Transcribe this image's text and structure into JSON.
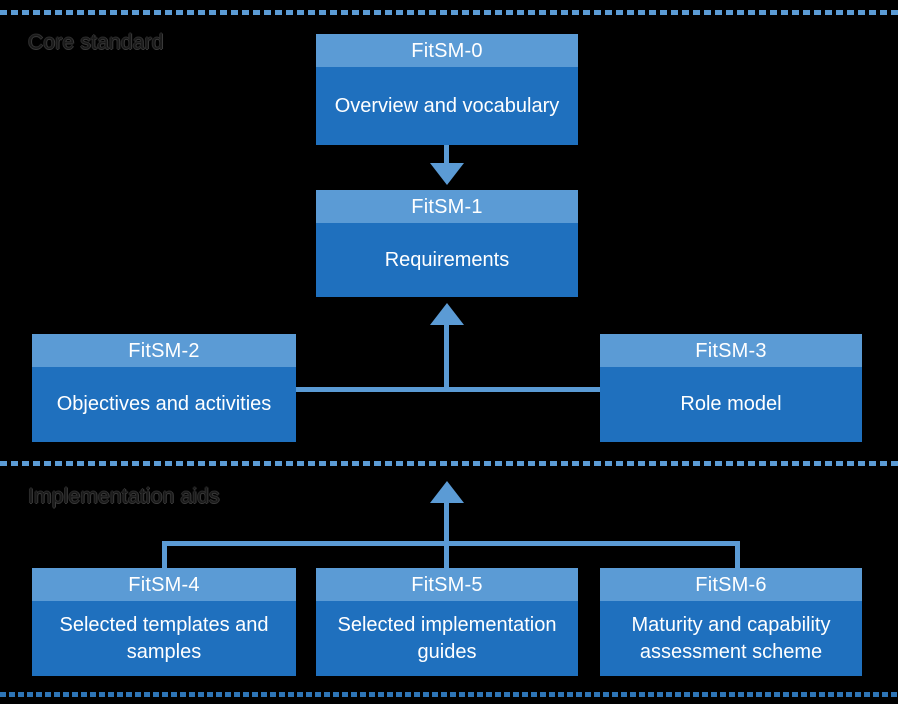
{
  "diagram": {
    "background_color": "#000000",
    "accent_light": "#5B9BD5",
    "accent_dark": "#1F70BE",
    "text_color": "#FFFFFF"
  },
  "sections": {
    "core": {
      "label": "Core standard"
    },
    "aids": {
      "label": "Implementation aids"
    }
  },
  "nodes": {
    "fitsm0": {
      "title": "FitSM-0",
      "body": "Overview and vocabulary"
    },
    "fitsm1": {
      "title": "FitSM-1",
      "body": "Requirements"
    },
    "fitsm2": {
      "title": "FitSM-2",
      "body": "Objectives and activities"
    },
    "fitsm3": {
      "title": "FitSM-3",
      "body": "Role model"
    },
    "fitsm4": {
      "title": "FitSM-4",
      "body": "Selected templates and samples"
    },
    "fitsm5": {
      "title": "FitSM-5",
      "body": "Selected implementation guides"
    },
    "fitsm6": {
      "title": "FitSM-6",
      "body": "Maturity and capability assessment scheme"
    }
  }
}
